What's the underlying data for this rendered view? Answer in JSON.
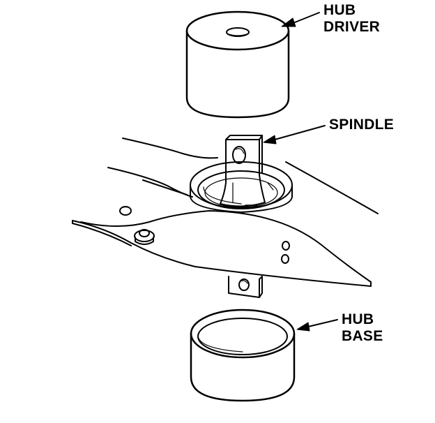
{
  "labels": {
    "hub_driver": [
      "HUB",
      "DRIVER"
    ],
    "spindle": "SPINDLE",
    "hub_base": [
      "HUB",
      "BASE"
    ]
  },
  "colors": {
    "line": "#000000",
    "fill": "#ffffff"
  }
}
